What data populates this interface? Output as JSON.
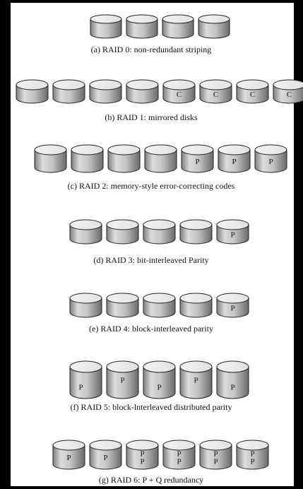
{
  "figure": {
    "rows": [
      {
        "caption": "(a) RAID 0: non-redundant striping",
        "disks": [
          "",
          "",
          "",
          ""
        ]
      },
      {
        "caption": "(b) RAID 1: mirrored disks",
        "disks": [
          "",
          "",
          "",
          "",
          "C",
          "C",
          "C",
          "C"
        ]
      },
      {
        "caption": "(c) RAID 2: memory-style error-correcting codes",
        "disks": [
          "",
          "",
          "",
          "",
          "P",
          "P",
          "P"
        ]
      },
      {
        "caption": "(d) RAID 3: bit-interleaved Parity",
        "disks": [
          "",
          "",
          "",
          "",
          "P"
        ]
      },
      {
        "caption": "(e) RAID 4: block-interleaved parity",
        "disks": [
          "",
          "",
          "",
          "",
          "P"
        ]
      },
      {
        "caption": "(f) RAID 5: block-lnterleaved distributed parity",
        "disks": [
          "P",
          "P",
          "P",
          "P",
          "P"
        ]
      },
      {
        "caption": "(g) RAID 6: P + Q redundancy",
        "disks": [
          "P",
          "P",
          "P\nP",
          "P\nP",
          "P\nP",
          "P\nP"
        ]
      }
    ]
  }
}
